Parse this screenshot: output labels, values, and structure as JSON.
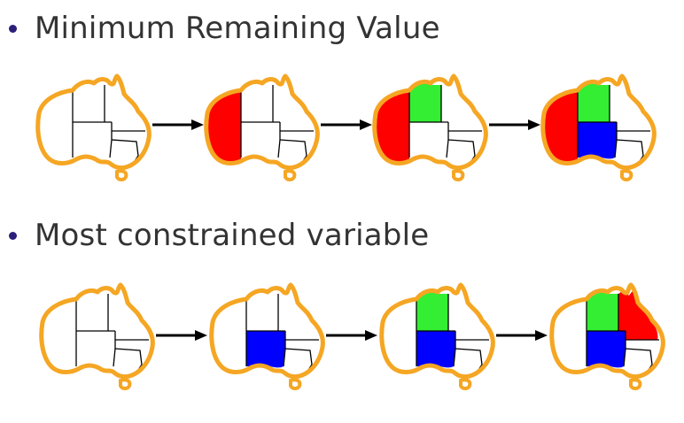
{
  "bullets": [
    {
      "text": "Minimum Remaining Value"
    },
    {
      "text": "Most constrained variable"
    }
  ],
  "colors": {
    "outline": "#f5a623",
    "red": "#ff0000",
    "green": "#33ee33",
    "blue": "#0000ff",
    "border": "#000000",
    "bullet": "#2a1f7a"
  },
  "sequences": [
    {
      "name": "minimum-remaining-value",
      "steps": [
        {
          "wa": "",
          "nt": "",
          "sa": "",
          "q": ""
        },
        {
          "wa": "red",
          "nt": "",
          "sa": "",
          "q": ""
        },
        {
          "wa": "red",
          "nt": "green",
          "sa": "",
          "q": ""
        },
        {
          "wa": "red",
          "nt": "green",
          "sa": "blue",
          "q": ""
        }
      ]
    },
    {
      "name": "most-constrained-variable",
      "steps": [
        {
          "wa": "",
          "nt": "",
          "sa": "",
          "q": ""
        },
        {
          "wa": "",
          "nt": "",
          "sa": "blue",
          "q": ""
        },
        {
          "wa": "",
          "nt": "green",
          "sa": "blue",
          "q": ""
        },
        {
          "wa": "",
          "nt": "green",
          "sa": "blue",
          "q": "red"
        }
      ]
    }
  ]
}
